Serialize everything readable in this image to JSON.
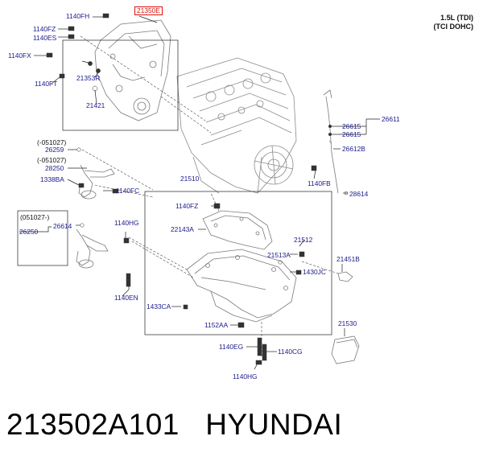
{
  "header": {
    "engine": "1.5L (TDI)",
    "engine_type": "(TCI DOHC)"
  },
  "labels": {
    "p1140FH": "1140FH",
    "p21350E": "21350E",
    "p1140FZ_top": "1140FZ",
    "p1140ES": "1140ES",
    "p1140FX": "1140FX",
    "p21353R": "21353R",
    "p1140FT": "1140FT",
    "p21421": "21421",
    "p26611": "26611",
    "p26615a": "26615",
    "p26615b": "26615",
    "p26612B": "26612B",
    "d051027a": "(-051027)",
    "p26259": "26259",
    "d051027b": "(-051027)",
    "p28250": "28250",
    "p1338BA": "1338BA",
    "p1140FC": "1140FC",
    "p21510": "21510",
    "p1140FB": "1140FB",
    "p28614": "28614",
    "p1140FZ_pan": "1140FZ",
    "d051027c": "(051027-)",
    "p26614": "26614",
    "p26250": "26250",
    "p1140HG_left": "1140HG",
    "p22143A": "22143A",
    "p21512": "21512",
    "p21513A": "21513A",
    "p21451B": "21451B",
    "p1430JC": "1430JC",
    "p1140EN": "1140EN",
    "p1433CA": "1433CA",
    "p1152AA": "1152AA",
    "p21530": "21530",
    "p1140EG": "1140EG",
    "p1140CG": "1140CG",
    "p1140HG_bottom": "1140HG"
  },
  "footer": {
    "part_number": "213502A101",
    "brand": "HYUNDAI"
  },
  "colors": {
    "label": "#1b1b8a",
    "highlight": "#dd1111",
    "line": "#222222",
    "art": "#8a8a8a"
  }
}
